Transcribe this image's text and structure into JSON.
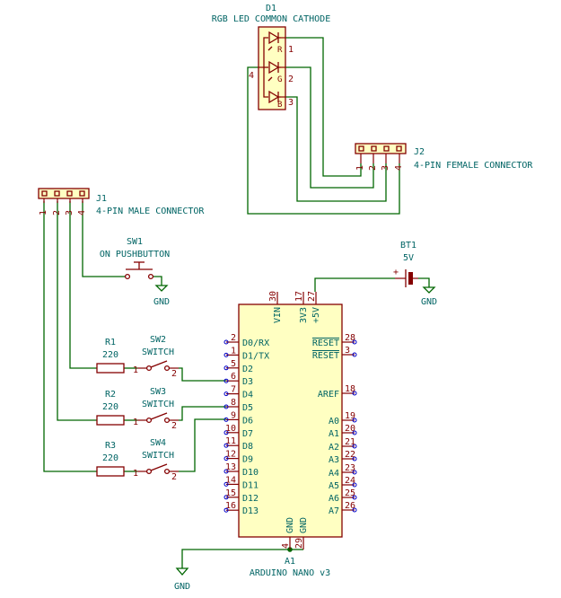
{
  "components": {
    "d1": {
      "ref": "D1",
      "value": "RGB LED COMMON CATHODE",
      "pins": [
        "1",
        "2",
        "3",
        "4"
      ],
      "pin_letters": [
        "R",
        "G",
        "B"
      ]
    },
    "j2": {
      "ref": "J2",
      "value": "4-PIN FEMALE CONNECTOR",
      "pins": [
        "1",
        "2",
        "3",
        "4"
      ]
    },
    "j1": {
      "ref": "J1",
      "value": "4-PIN MALE CONNECTOR",
      "pins": [
        "1",
        "2",
        "3",
        "4"
      ]
    },
    "sw1": {
      "ref": "SW1",
      "value": "ON PUSHBUTTON"
    },
    "bt1": {
      "ref": "BT1",
      "value": "5V",
      "plus": "+"
    },
    "r1": {
      "ref": "R1",
      "value": "220"
    },
    "r2": {
      "ref": "R2",
      "value": "220"
    },
    "r3": {
      "ref": "R3",
      "value": "220"
    },
    "sw2": {
      "ref": "SW2",
      "value": "SWITCH",
      "pins": [
        "1",
        "2"
      ]
    },
    "sw3": {
      "ref": "SW3",
      "value": "SWITCH",
      "pins": [
        "1",
        "2"
      ]
    },
    "sw4": {
      "ref": "SW4",
      "value": "SWITCH",
      "pins": [
        "1",
        "2"
      ]
    },
    "a1": {
      "ref": "A1",
      "value": "ARDUINO NANO v3",
      "top_pins": [
        {
          "num": "30",
          "name": "VIN"
        },
        {
          "num": "17",
          "name": "3V3"
        },
        {
          "num": "27",
          "name": "+5V"
        }
      ],
      "left_pins": [
        {
          "num": "2",
          "name": "D0/RX"
        },
        {
          "num": "1",
          "name": "D1/TX"
        },
        {
          "num": "5",
          "name": "D2"
        },
        {
          "num": "6",
          "name": "D3"
        },
        {
          "num": "7",
          "name": "D4"
        },
        {
          "num": "8",
          "name": "D5"
        },
        {
          "num": "9",
          "name": "D6"
        },
        {
          "num": "10",
          "name": "D7"
        },
        {
          "num": "11",
          "name": "D8"
        },
        {
          "num": "12",
          "name": "D9"
        },
        {
          "num": "13",
          "name": "D10"
        },
        {
          "num": "14",
          "name": "D11"
        },
        {
          "num": "15",
          "name": "D12"
        },
        {
          "num": "16",
          "name": "D13"
        }
      ],
      "right_pins": [
        {
          "num": "28",
          "name": "RESET"
        },
        {
          "num": "3",
          "name": "RESET"
        },
        {
          "num": "18",
          "name": "AREF"
        },
        {
          "num": "19",
          "name": "A0"
        },
        {
          "num": "20",
          "name": "A1"
        },
        {
          "num": "21",
          "name": "A2"
        },
        {
          "num": "22",
          "name": "A3"
        },
        {
          "num": "23",
          "name": "A4"
        },
        {
          "num": "24",
          "name": "A5"
        },
        {
          "num": "25",
          "name": "A6"
        },
        {
          "num": "26",
          "name": "A7"
        }
      ],
      "bottom_pins": [
        {
          "num": "4",
          "name": "GND"
        },
        {
          "num": "29",
          "name": "GND"
        }
      ]
    }
  },
  "power": {
    "gnd_label": "GND"
  }
}
